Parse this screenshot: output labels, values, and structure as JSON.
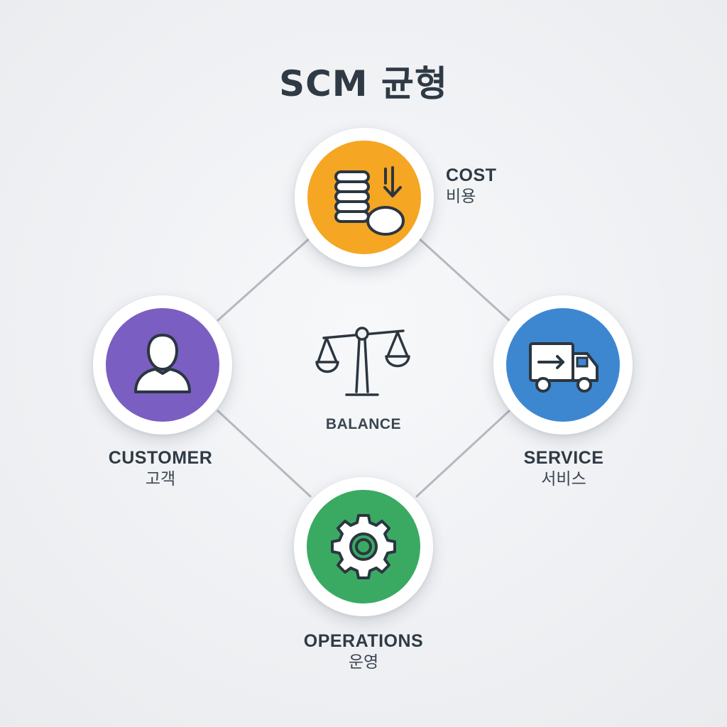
{
  "title": "SCM 균형",
  "center": {
    "label": "BALANCE",
    "icon": "balance-scale-icon"
  },
  "nodes": {
    "cost": {
      "label_en": "COST",
      "label_ko": "비용",
      "icon": "coins-down-arrow-icon",
      "color": "#f5a623"
    },
    "customer": {
      "label_en": "CUSTOMER",
      "label_ko": "고객",
      "icon": "user-icon",
      "color": "#7b5ec1"
    },
    "service": {
      "label_en": "SERVICE",
      "label_ko": "서비스",
      "icon": "delivery-truck-icon",
      "color": "#3d87d1"
    },
    "operations": {
      "label_en": "OPERATIONS",
      "label_ko": "운영",
      "icon": "gear-icon",
      "color": "#3aaa63"
    }
  },
  "colors": {
    "connector": "#b4b9bf",
    "icon_stroke": "#2b3640"
  }
}
